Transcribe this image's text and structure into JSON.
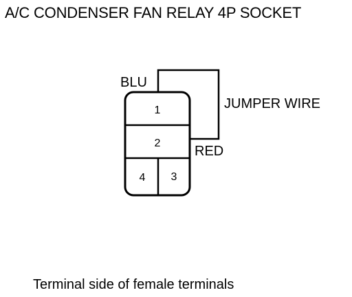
{
  "title": "A/C CONDENSER FAN RELAY 4P SOCKET",
  "caption": "Terminal side of female terminals",
  "connector": {
    "terminals": [
      {
        "id": "1",
        "label": "1"
      },
      {
        "id": "2",
        "label": "2"
      },
      {
        "id": "4",
        "label": "4"
      },
      {
        "id": "3",
        "label": "3"
      }
    ]
  },
  "wires": {
    "blu_label": "BLU",
    "red_label": "RED",
    "jumper_label": "JUMPER WIRE"
  },
  "colors": {
    "line": "#000000",
    "background": "#ffffff"
  }
}
